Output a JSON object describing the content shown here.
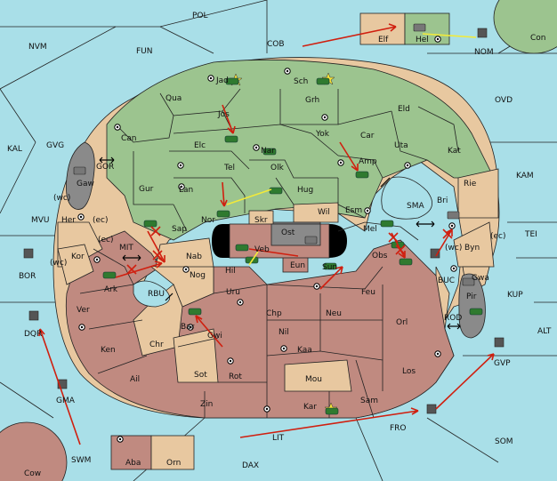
{
  "title": "",
  "colors": {
    "sea": "#a9dfe8",
    "green_power": "#9cc48f",
    "red_power": "#c08a80",
    "neutral": "#e8c8a0",
    "gray_power": "#8a8a8a",
    "order_arrow": "#d01f0f",
    "support_line": "#f2ea3a"
  },
  "provinces": {
    "pol": "POL",
    "nvm": "NVM",
    "fun": "FUN",
    "cob": "COB",
    "elf": "Elf",
    "hel": "Hel",
    "con": "Con",
    "nom": "NOM",
    "ovd": "OVD",
    "kal": "KAL",
    "gvg": "GVG",
    "jad": "Jad",
    "sch": "Sch",
    "qua": "Qua",
    "jos": "Jos",
    "grh": "Grh",
    "eld": "Eld",
    "can": "Can",
    "yok": "Yok",
    "car": "Car",
    "uta": "Uta",
    "kat": "Kat",
    "kam": "KAM",
    "elc": "Elc",
    "nar": "Nar",
    "tel": "Tel",
    "olk": "Olk",
    "amp": "Amp",
    "gor": "GOR",
    "gaw": "Gaw",
    "gur": "Gur",
    "lan": "Lan",
    "hug": "Hug",
    "rie": "Rie",
    "bri": "Bri",
    "sma": "SMA",
    "wc1": "(wc)",
    "ec1": "(ec)",
    "her": "Her",
    "mvu": "MVU",
    "nor": "Nor",
    "skr": "Skr",
    "wil": "Wil",
    "esm": "Esm",
    "tei": "TEI",
    "sap": "Sap",
    "ost": "Ost",
    "mel": "Mel",
    "byn": "Byn",
    "ec2": "(ec)",
    "ec3": "(ec)",
    "mit": "MIT",
    "kor": "Kor",
    "wc2": "(wc)",
    "nab": "Nab",
    "veb": "Veb",
    "eun": "Eun",
    "hil": "Hil",
    "obs": "Obs",
    "wc3": "(wc)",
    "sun": "Sun",
    "bor": "BOR",
    "ark": "Ark",
    "rbu": "RBU",
    "nog": "Nog",
    "buc": "BUC",
    "gwa": "Gwa",
    "kup": "KUP",
    "pir": "Pir",
    "uru": "Uru",
    "feu": "Feu",
    "ver": "Ver",
    "chp": "Chp",
    "neu": "Neu",
    "dqr": "DQR",
    "bar": "Bar",
    "gwi": "Gwi",
    "orl": "Orl",
    "nil": "Nil",
    "rod": "ROD",
    "alt": "ALT",
    "ken": "Ken",
    "chr": "Chr",
    "kaa": "Kaa",
    "gvp": "GVP",
    "ail": "Ail",
    "sot": "Sot",
    "rot": "Rot",
    "mou": "Mou",
    "los": "Los",
    "gma": "GMA",
    "zin": "Zin",
    "kar": "Kar",
    "sam": "Sam",
    "fro": "FRO",
    "lit": "LIT",
    "som": "SOM",
    "swm": "SWM",
    "aba": "Aba",
    "orn": "Orn",
    "dax": "DAX",
    "cow": "Cow"
  }
}
